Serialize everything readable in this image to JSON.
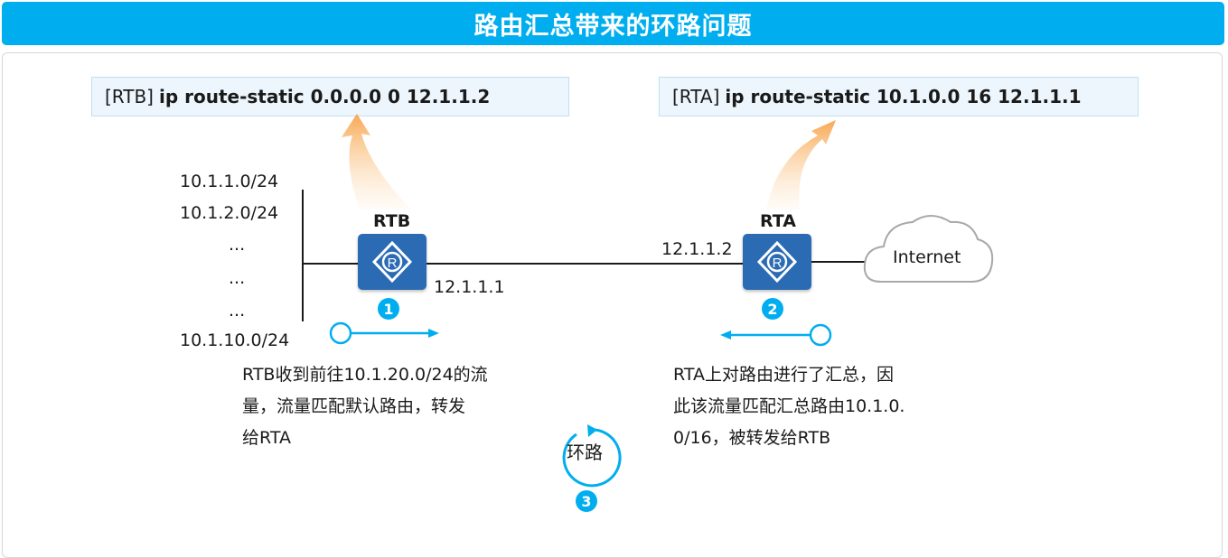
{
  "title": "路由汇总带来的环路问题",
  "rtb_command": {
    "prefix": "[RTB]",
    "command": "ip route-static 0.0.0.0 0 12.1.1.2"
  },
  "rta_command": {
    "prefix": "[RTA]",
    "command": "ip route-static 10.1.0.0 16 12.1.1.1"
  },
  "networks": [
    "10.1.1.0/24",
    "10.1.2.0/24",
    "...",
    "...",
    "...",
    "10.1.10.0/24"
  ],
  "routers": {
    "rtb": {
      "name": "RTB",
      "ip": "12.1.1.1",
      "step": "1"
    },
    "rta": {
      "name": "RTA",
      "ip": "12.1.1.2",
      "step": "2"
    }
  },
  "internet_label": "Internet",
  "loop": {
    "label": "环路",
    "step": "3"
  },
  "descriptions": {
    "rtb": [
      "RTB收到前往10.1.20.0/24的流",
      "量，流量匹配默认路由，转发",
      "给RTA"
    ],
    "rta": [
      "RTA上对路由进行了汇总，因",
      "此该流量匹配汇总路由10.1.0.",
      "0/16，被转发给RTB"
    ]
  },
  "colors": {
    "title_bg": "#00aeef",
    "router": "#2a6bb3",
    "accent": "#00aeef",
    "callout": "#f7a34a",
    "command_bg": "#edf6fc"
  }
}
